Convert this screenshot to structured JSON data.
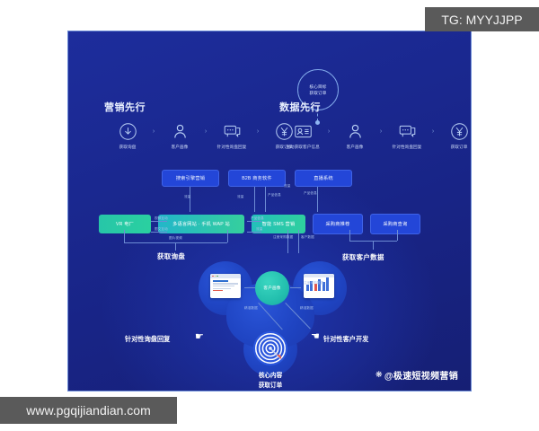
{
  "overlays": {
    "tg_tag": "TG: MYYJJPP",
    "site_url": "www.pgqijiandian.com"
  },
  "poster": {
    "core_goal": {
      "line1": "核心目标",
      "line2": "获取订单"
    },
    "flows": [
      {
        "title": "营销先行",
        "steps": [
          {
            "icon": "download-cloud-icon",
            "label": "获取询盘"
          },
          {
            "icon": "person-icon",
            "label": "客户画像"
          },
          {
            "icon": "chat-bubbles-icon",
            "label": "针对性询盘回复"
          },
          {
            "icon": "yen-circle-icon",
            "label": "获取订单"
          }
        ]
      },
      {
        "title": "数据先行",
        "steps": [
          {
            "icon": "id-card-icon",
            "label": "主动获取客户信息"
          },
          {
            "icon": "person-icon",
            "label": "客户画像"
          },
          {
            "icon": "chat-bubbles-icon",
            "label": "针对性询盘回复"
          },
          {
            "icon": "yen-circle-icon",
            "label": "获取订单"
          }
        ]
      }
    ],
    "separator": "›",
    "channels": [
      "搜索引擎营销",
      "B2B 商务软件",
      "直播系统"
    ],
    "products": [
      {
        "label": "VR 电厂",
        "style": "green"
      },
      {
        "label": "多语言网站 · 手机 WAP 站",
        "style": "green2"
      },
      {
        "label": "智能 SMS 营销",
        "style": "green3"
      },
      {
        "label": "采购商推荐",
        "style": "blue"
      },
      {
        "label": "采购商查询",
        "style": "blue"
      }
    ],
    "connector_labels": {
      "traffic_1": "流量",
      "traffic_2": "流量",
      "traffic_3": "流量",
      "traffic_4": "流量",
      "product_info_1": "产品信息",
      "product_info_2": "产品信息",
      "product_info_3": "产品信息",
      "video_interact": "视频互动",
      "text_interact": "图文互动",
      "image_video": "图片视频",
      "purchase_data": "注册采购数据",
      "customer_data": "客户数据"
    },
    "group_captions": {
      "left": "获取询盘",
      "right": "获取客户数据"
    },
    "funnel": {
      "persona": "客户画像",
      "edge_label_right": "注册采购数据",
      "edge_label_left_low": "精准数据",
      "edge_label_right_low": "精准数据",
      "left_caption": "针对性询盘回复",
      "right_caption": "针对性客户开发",
      "bottom_line1": "核心内容",
      "bottom_line2": "获取订单"
    },
    "watermark": "@极速短视频营销",
    "colors": {
      "panel_bg": "#1b2a91",
      "accent_blue": "#2346d8",
      "accent_green": "#2ad0a0",
      "accent_teal": "#23bfae",
      "overlay_gray": "#5a5a5a"
    }
  }
}
